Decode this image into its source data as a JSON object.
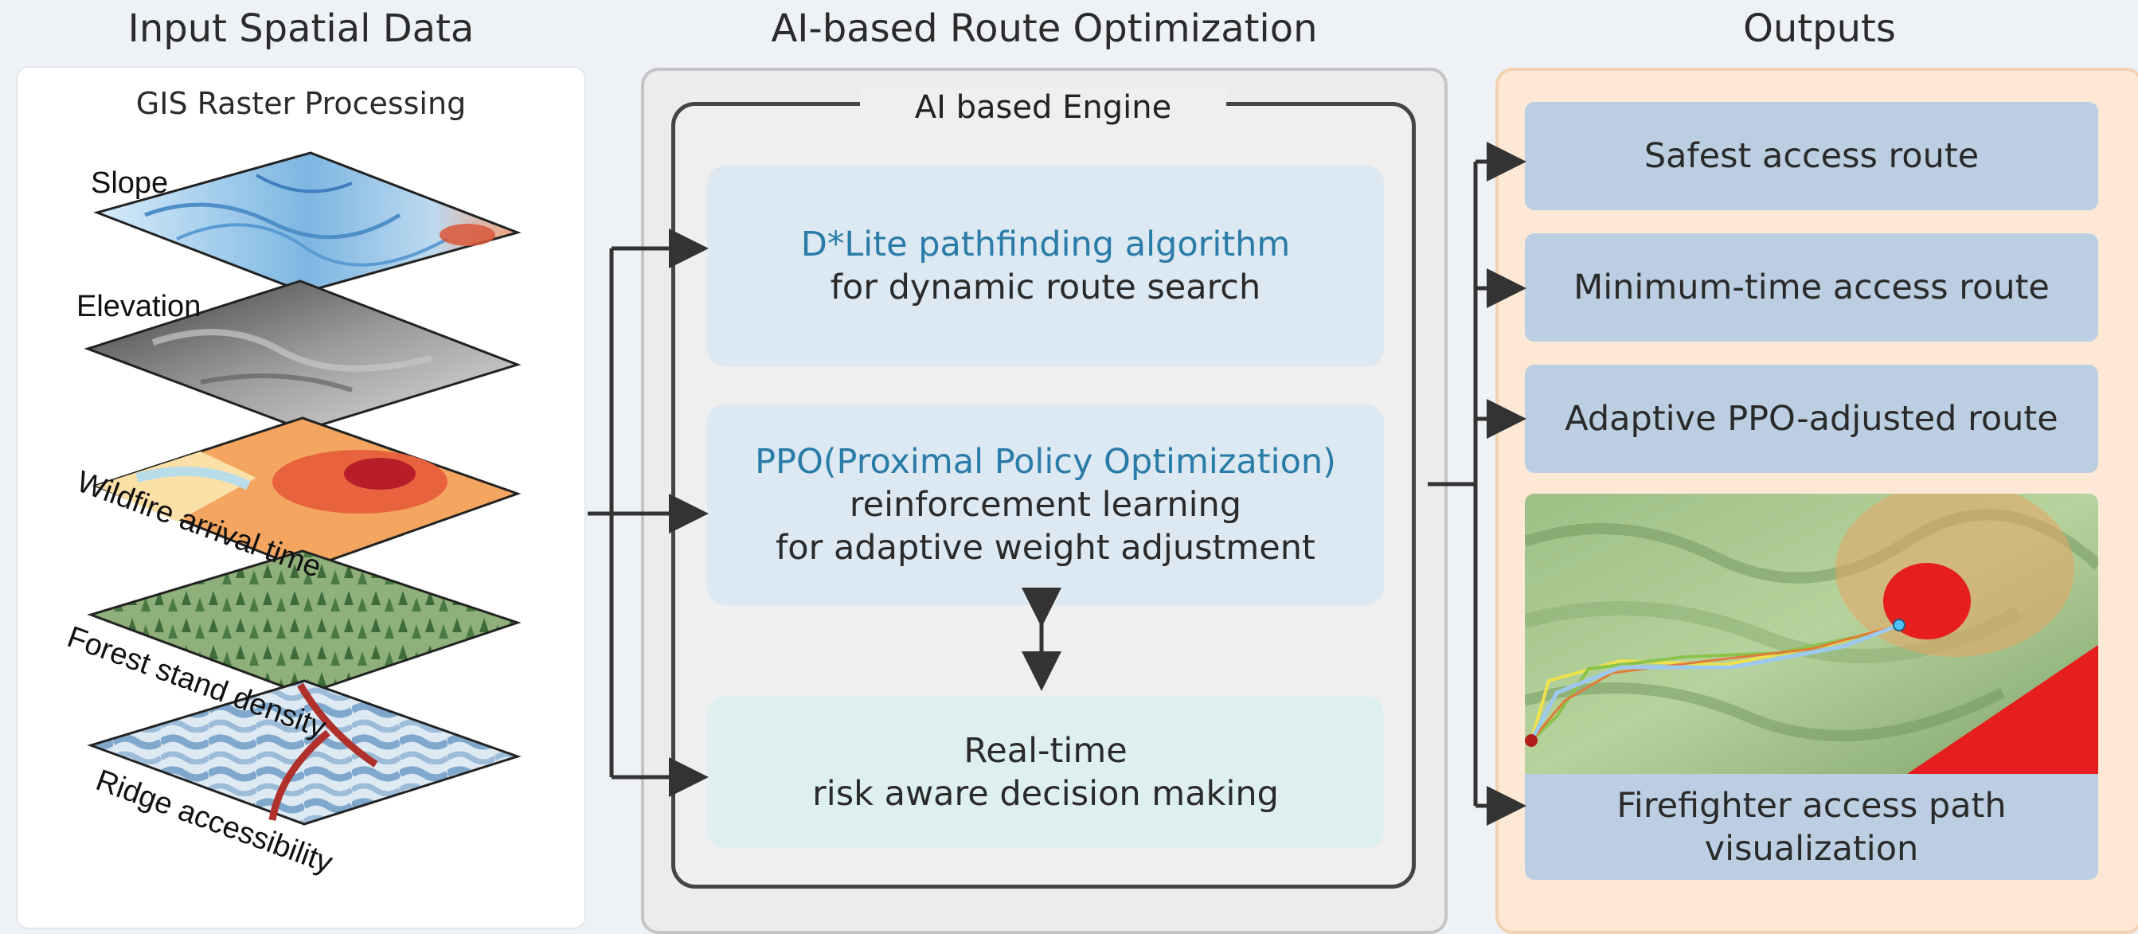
{
  "columns": {
    "input": "Input Spatial Data",
    "ai": "AI-based Route Optimization",
    "outputs": "Outputs"
  },
  "input_panel": {
    "title": "GIS Raster Processing",
    "layers": [
      "Slope",
      "Elevation",
      "Wildfire arrival time",
      "Forest stand density",
      "Ridge accessibility"
    ]
  },
  "engine": {
    "title": "AI based Engine",
    "dstar": {
      "highlight": "D*Lite pathfinding algorithm",
      "line": "for dynamic route search"
    },
    "ppo": {
      "highlight": "PPO(Proximal Policy Optimization)",
      "line1": "reinforcement learning",
      "line2": "for adaptive weight adjustment"
    },
    "realtime": {
      "line1": "Real-time",
      "line2": "risk aware decision making"
    }
  },
  "outputs": {
    "items": [
      "Safest access route",
      "Minimum-time access route",
      "Adaptive PPO-adjusted route"
    ],
    "viz_label_line1": "Firefighter access path",
    "viz_label_line2": "visualization"
  },
  "colors": {
    "highlight_text": "#2a7ca8",
    "output_box": "#bccee1",
    "output_panel": "#fde8d6",
    "engine_box": "#dce8f2",
    "realtime_box": "#ddf0ef",
    "arrow": "#333333"
  }
}
